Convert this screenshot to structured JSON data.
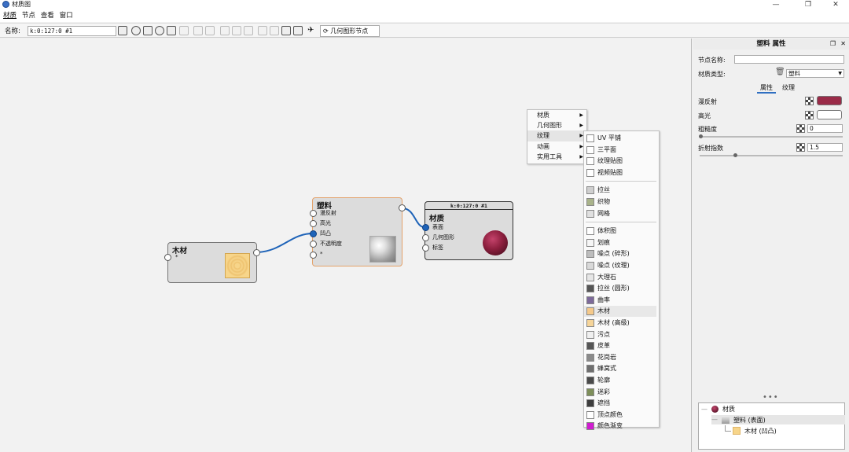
{
  "window": {
    "title": "材质图",
    "min": "—",
    "max": "❐",
    "close": "✕"
  },
  "menu": [
    "材质",
    "节点",
    "查看",
    "窗口"
  ],
  "toolbar": {
    "name_label": "名称:",
    "name_value": "k:0:127:0 #1",
    "geometry_button": "几何图形节点"
  },
  "nodes": {
    "wood": {
      "title": "木材",
      "port_label": "*"
    },
    "plastic": {
      "title": "塑料",
      "ports": [
        "漫反射",
        "高光",
        "凹凸",
        "不透明度",
        "*"
      ]
    },
    "material": {
      "header": "k:0:127:0 #1",
      "title": "材质",
      "ports": [
        "表面",
        "几何图形",
        "标签"
      ]
    }
  },
  "context_menu": {
    "items": [
      "材质",
      "几何图形",
      "纹理",
      "动画",
      "实用工具"
    ]
  },
  "texture_submenu": {
    "group1": [
      {
        "label": "UV 平铺",
        "color": "#ffffff"
      },
      {
        "label": "三平面",
        "color": "#ffffff"
      },
      {
        "label": "纹理贴图",
        "color": "#ffffff"
      },
      {
        "label": "视频贴图",
        "color": "#ffffff"
      }
    ],
    "group2": [
      {
        "label": "拉丝",
        "color": "#cfcfcf"
      },
      {
        "label": "织物",
        "color": "#a9b38a"
      },
      {
        "label": "网格",
        "color": "#e0e0e0"
      }
    ],
    "group3": [
      {
        "label": "体积图",
        "color": "#ffffff"
      },
      {
        "label": "划痕",
        "color": "#f6f6f6"
      },
      {
        "label": "噪点 (碎形)",
        "color": "#bdbdbd"
      },
      {
        "label": "噪点 (纹理)",
        "color": "#d9d9d9"
      },
      {
        "label": "大理石",
        "color": "#e6e6e6"
      },
      {
        "label": "拉丝 (圆形)",
        "color": "#555555"
      },
      {
        "label": "曲率",
        "color": "#7d6a9a"
      },
      {
        "label": "木材",
        "color": "#f5c98a"
      },
      {
        "label": "木材 (高级)",
        "color": "#f6d59a"
      },
      {
        "label": "污点",
        "color": "#f0f0f0"
      },
      {
        "label": "皮革",
        "color": "#555555"
      },
      {
        "label": "花岗岩",
        "color": "#8a8a8a"
      },
      {
        "label": "蜂窝式",
        "color": "#6f6f6f"
      },
      {
        "label": "轮廓",
        "color": "#4a4a4a"
      },
      {
        "label": "迷彩",
        "color": "#7e8f5a"
      },
      {
        "label": "遮挡",
        "color": "#3e3e3e"
      },
      {
        "label": "顶点颜色",
        "color": "#ffffff"
      },
      {
        "label": "颜色渐变",
        "color": "#d01cd0"
      }
    ]
  },
  "panel": {
    "title": "塑料  属性",
    "node_name_label": "节点名称:",
    "node_name_value": "",
    "material_type_label": "材质类型:",
    "material_type_value": "塑料",
    "tabs": [
      "属性",
      "纹理"
    ],
    "diffuse_label": "漫反射",
    "diffuse_color": "#9a2b48",
    "specular_label": "高光",
    "roughness_label": "粗糙度",
    "roughness_value": "0",
    "ior_label": "折射指数",
    "ior_value": "1.5",
    "dots": "•••"
  },
  "tree": {
    "root": "材质",
    "child": "塑料 (表面)",
    "leaf": "木材 (凹凸)"
  }
}
